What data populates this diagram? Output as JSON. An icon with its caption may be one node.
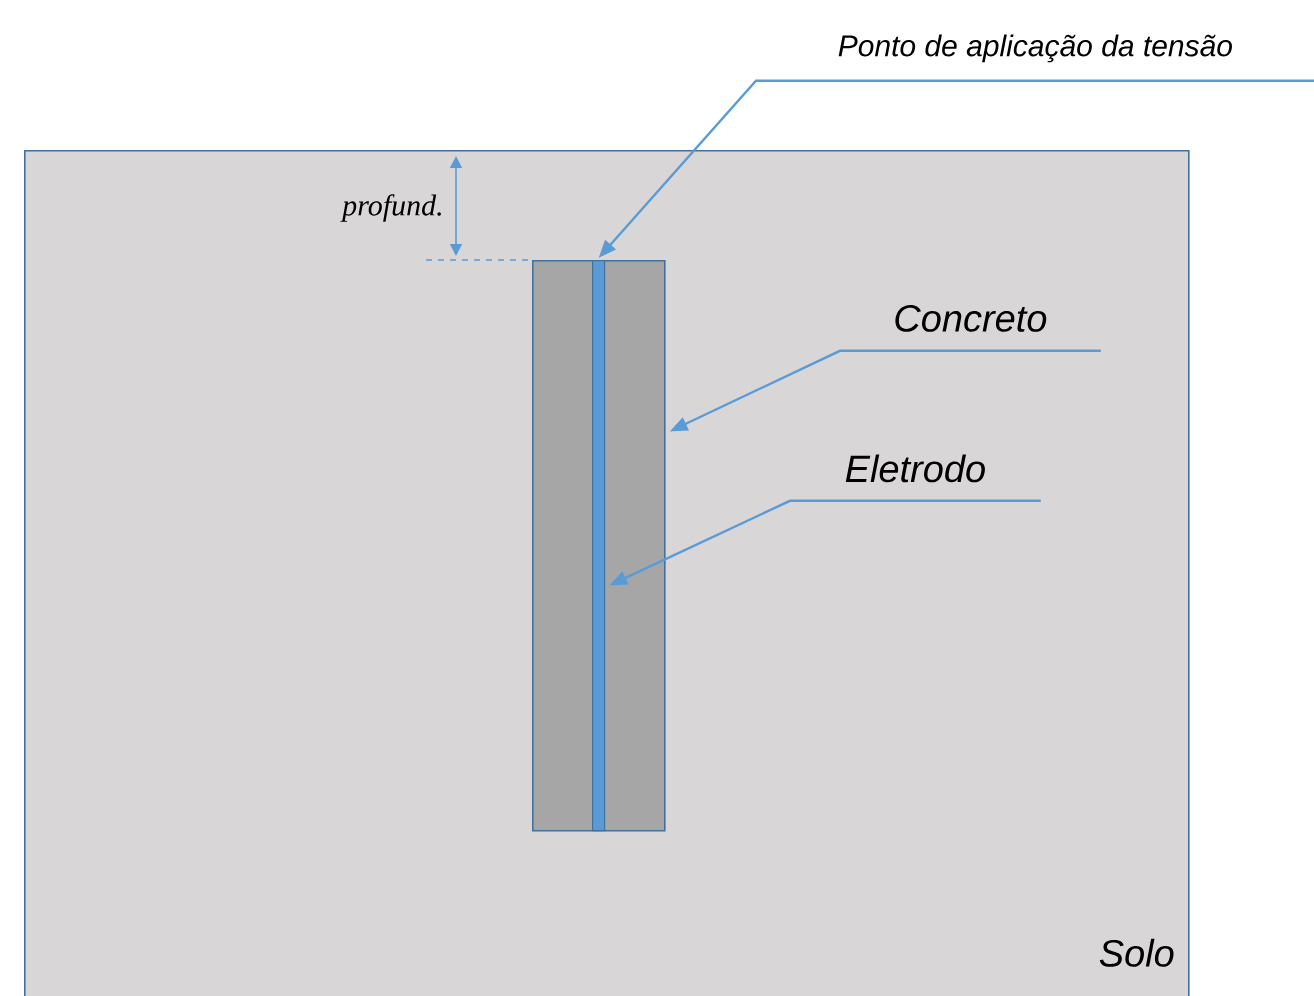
{
  "diagram": {
    "nodes": [
      {
        "text": [
          "Solo"
        ]
      },
      {
        "text": [],
        "shape": "box",
        "in": 0
      },
      {
        "text": [],
        "shape": "bar",
        "in": 1
      },
      {
        "text": [
          "Ponto de aplicação da tensão"
        ]
      },
      {
        "text": [
          "Concreto"
        ],
        "in": 0
      },
      {
        "text": [
          "Eletrodo"
        ],
        "in": 0
      }
    ],
    "edges": [
      {
        "from": 3,
        "to": 2,
        "arrow": "to"
      },
      {
        "from": 4,
        "to": 1,
        "arrow": "to"
      },
      {
        "from": 5,
        "to": 2,
        "arrow": "to"
      }
    ],
    "labels": [
      "profund."
    ]
  }
}
